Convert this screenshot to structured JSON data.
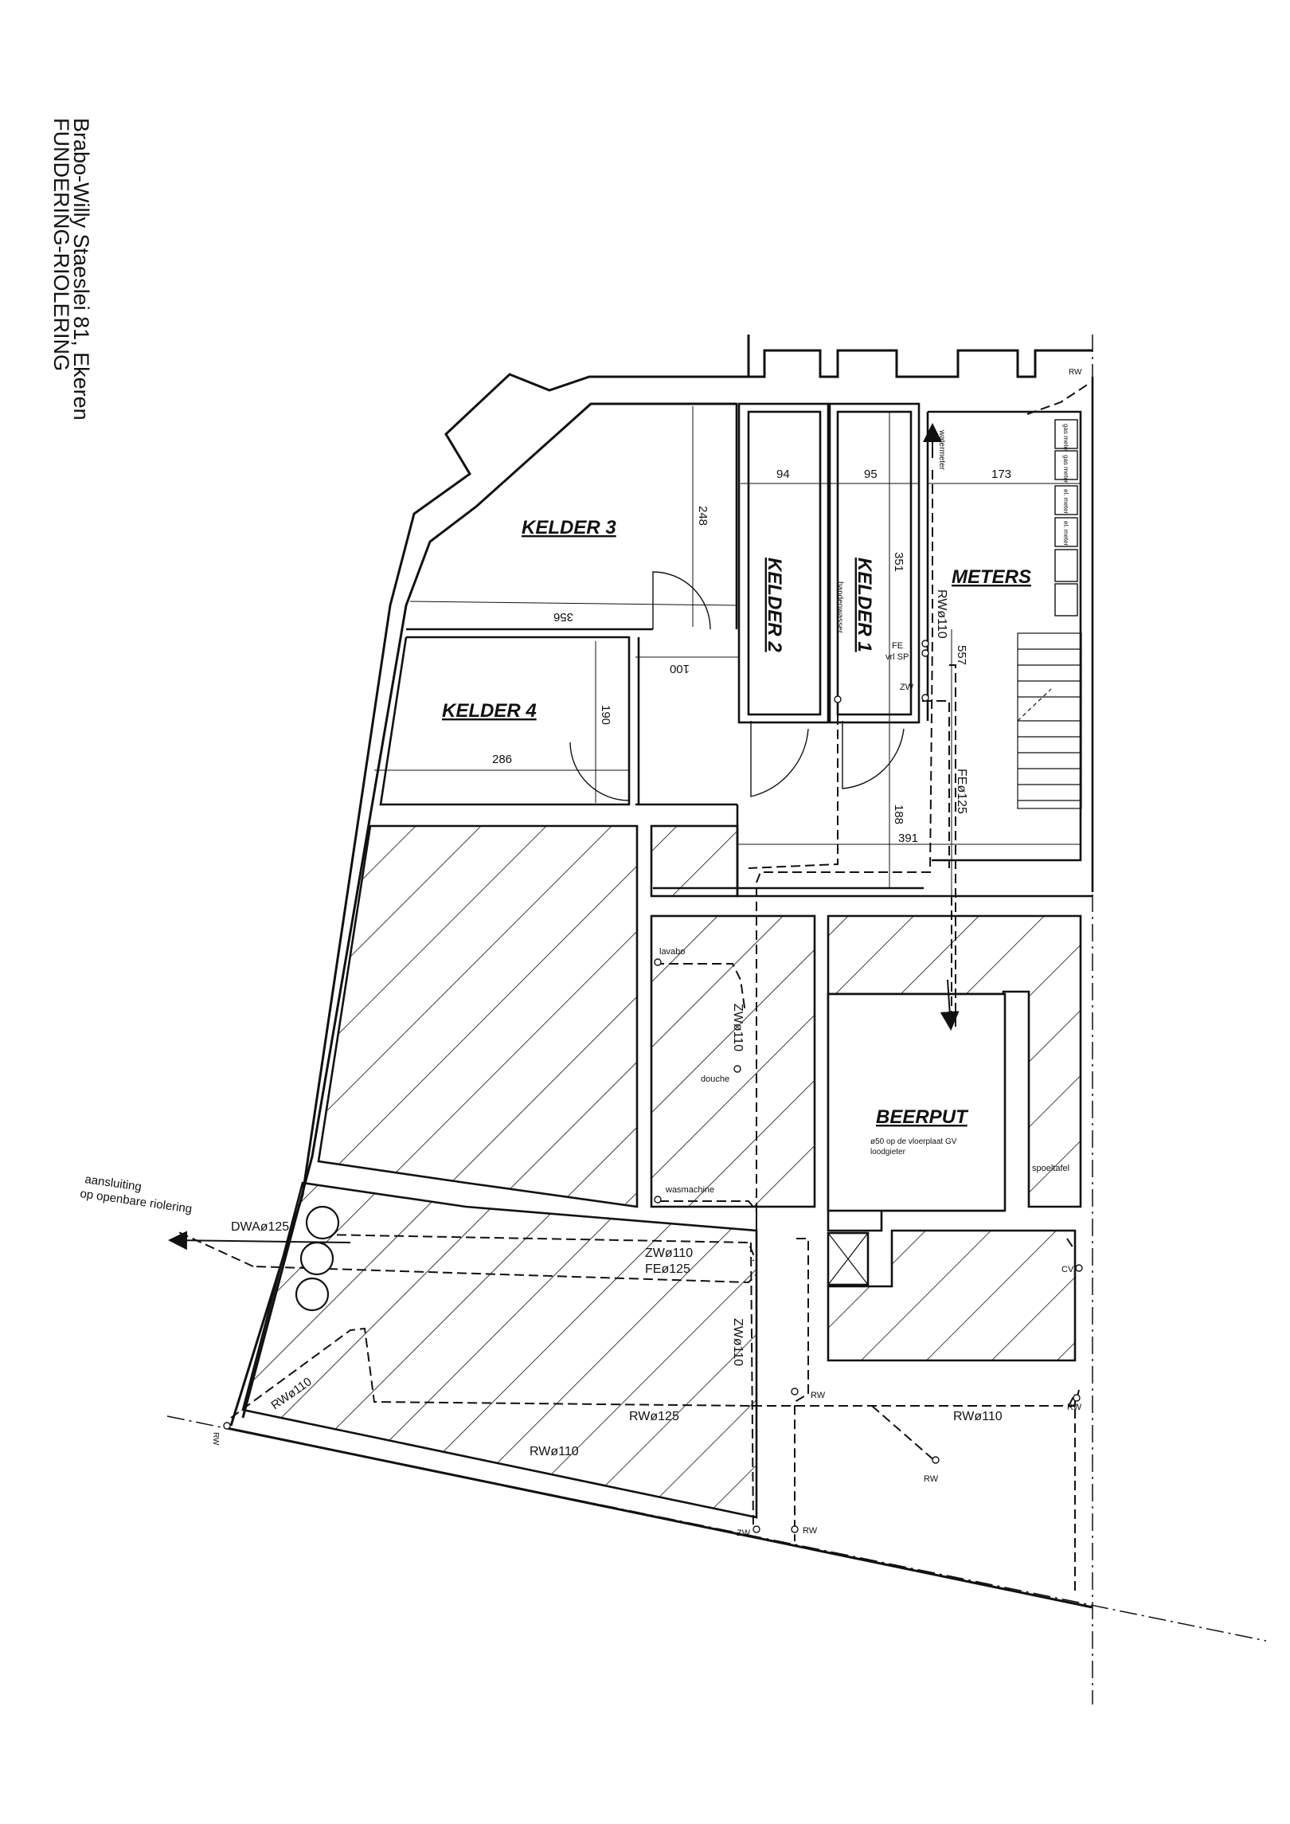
{
  "title": {
    "line1": "Brabo-Willy Staeslei 81, Ekeren",
    "line2": "FUNDERING-RIOLERING"
  },
  "rooms": {
    "kelder3": "KELDER 3",
    "kelder4": "KELDER 4",
    "kelder2": "KELDER 2",
    "kelder1": "KELDER 1",
    "meters": "METERS",
    "beerput": "BEERPUT"
  },
  "dimensions": {
    "d94": "94",
    "d95": "95",
    "d173": "173",
    "d248": "248",
    "d356": "356",
    "d351": "351",
    "d100": "100",
    "d190": "190",
    "d286": "286",
    "d557": "557",
    "d188": "188",
    "d391": "391"
  },
  "fixtures": {
    "handenwasser": "handenwasser",
    "watermeter": "watermeter",
    "gasmeter": "gas meter",
    "elmeter": "el. meter",
    "fe": "FE",
    "vrl_sp": "vrl SP",
    "zw": "ZW",
    "lavabo": "lavabo",
    "douche": "douche",
    "wasmachine": "wasmachine",
    "spoeltafel": "spoeltafel",
    "cv": "CV",
    "beerput_note1": "ø50 op de vloerplaat GV",
    "beerput_note2": "loodgieter"
  },
  "pipes": {
    "rw110_vertical": "RWø110",
    "fe125_vertical": "FEø125",
    "zw110_upper": "ZWø110",
    "zw110_horizontal": "ZWø110",
    "fe125_horizontal": "FEø125",
    "zw110_lower": "ZWø110",
    "dwa125": "DWAø125",
    "rw110_diag": "RWø110",
    "rw125": "RWø125",
    "rw110_bottom": "RWø110",
    "rw110_right": "RWø110",
    "rw": "RW"
  },
  "connection": {
    "line1": "aansluiting",
    "line2": "op openbare riolering"
  },
  "colors": {
    "ink": "#111111",
    "paper": "#ffffff"
  }
}
